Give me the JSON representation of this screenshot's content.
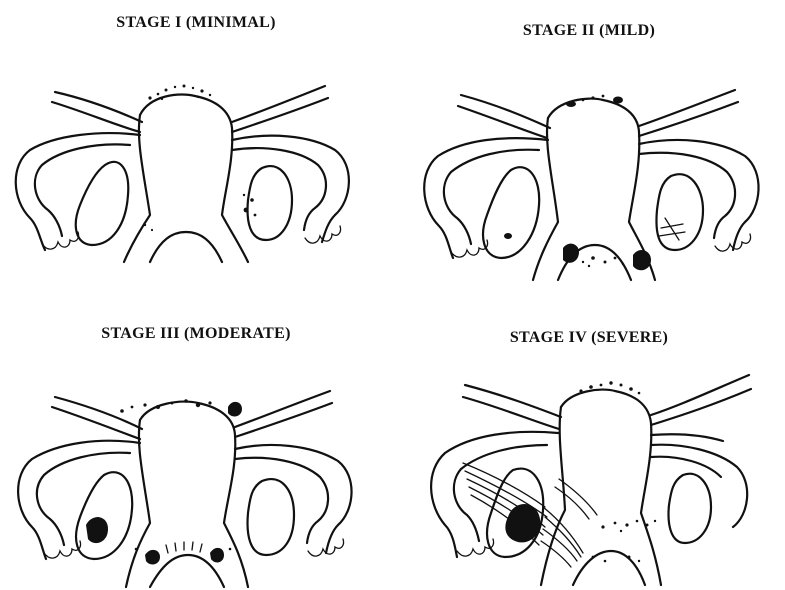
{
  "panels": [
    {
      "title": "STAGE I (MINIMAL)"
    },
    {
      "title": "STAGE II (MILD)"
    },
    {
      "title": "STAGE III (MODERATE)"
    },
    {
      "title": "STAGE IV (SEVERE)"
    }
  ],
  "colors": {
    "ink": "#111111",
    "background": "#ffffff"
  }
}
